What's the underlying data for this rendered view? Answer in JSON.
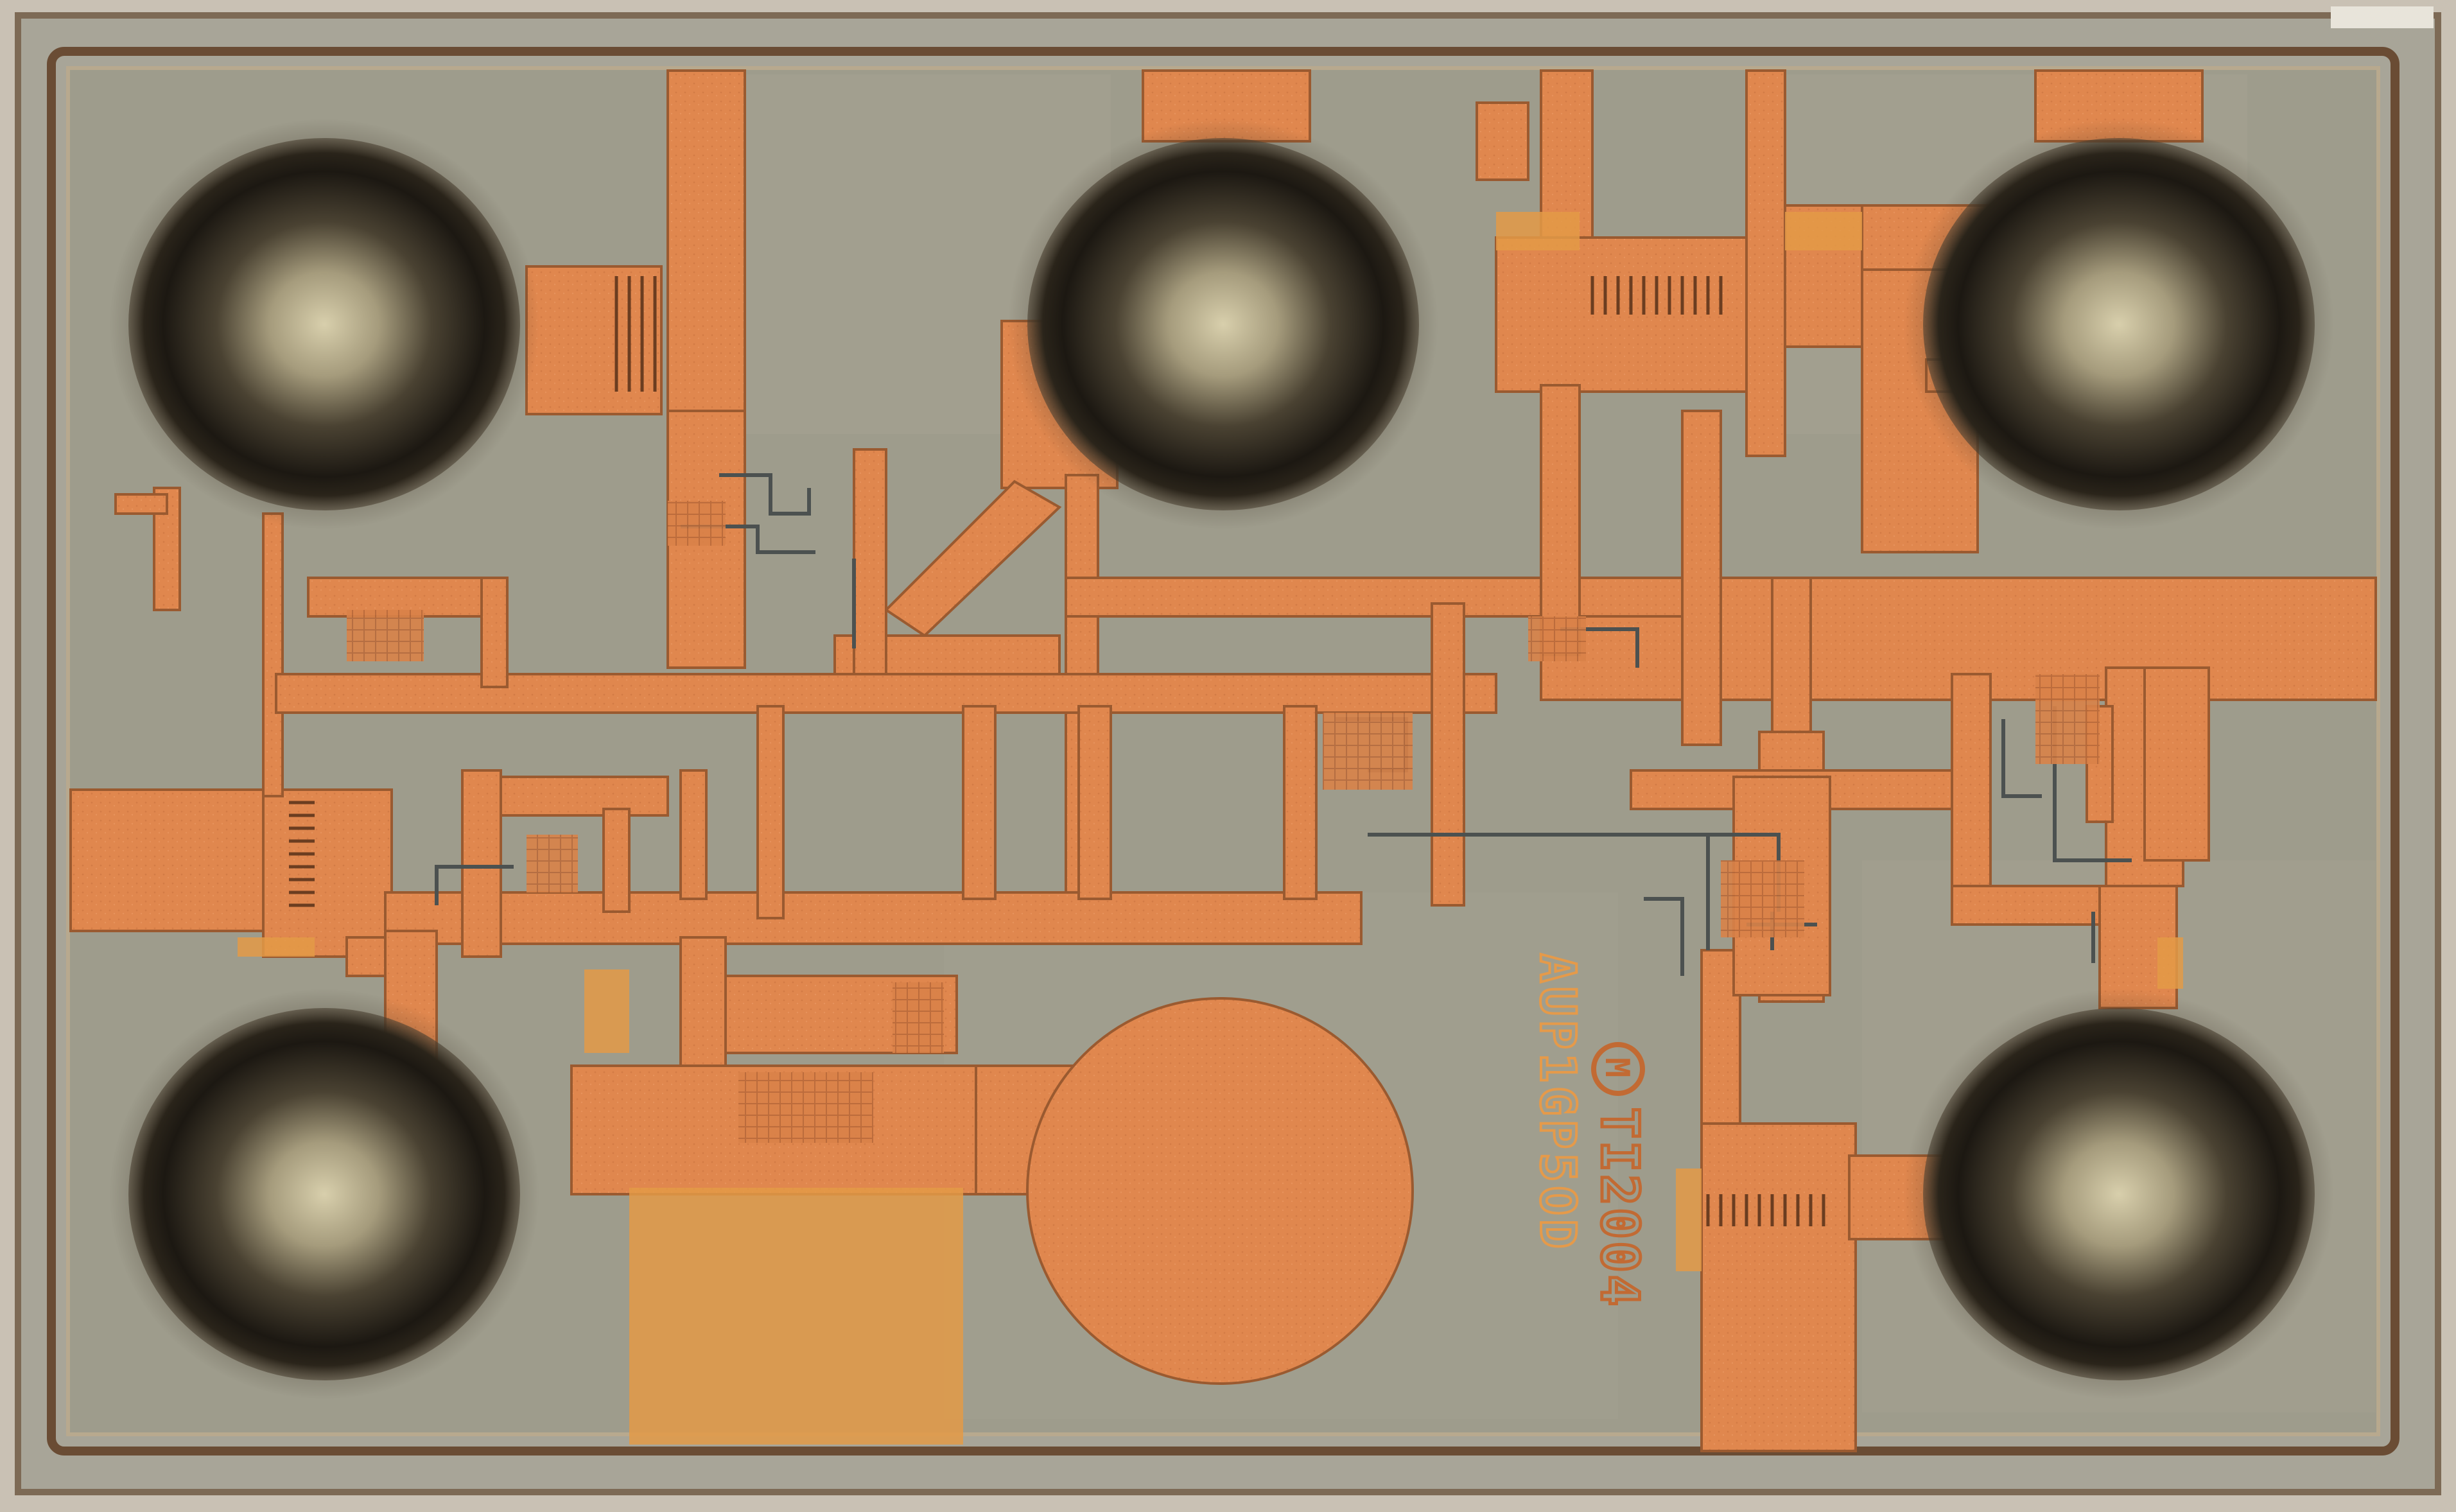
{
  "die": {
    "part_marking": "AUP1GP5OD",
    "date_code": "TI2004",
    "logo_letter": "M"
  },
  "palette": {
    "field": "#9e9c8c",
    "field_dark": "#8d8b7c",
    "copper": "#e0874e",
    "copper_light": "#e59a5e",
    "copper_edge": "#9a5a30",
    "seal_ring": "#b8a98e",
    "border_oxide": "#c9c1b4",
    "bump_dark": "#1e1a14",
    "bump_center": "#cfc7a6",
    "wiring": "#4c5150"
  },
  "bumps": [
    {
      "name": "bump-top-left"
    },
    {
      "name": "bump-top-center"
    },
    {
      "name": "bump-top-right"
    },
    {
      "name": "bump-bottom-left"
    },
    {
      "name": "bump-bottom-right"
    }
  ]
}
